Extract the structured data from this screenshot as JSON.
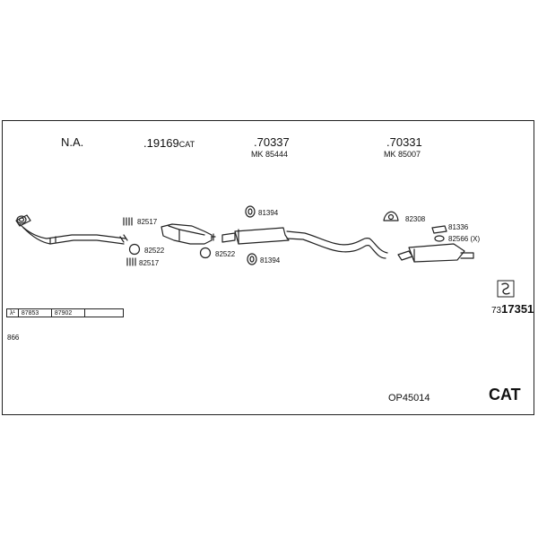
{
  "headers": {
    "na": "N.A.",
    "cat_part_num": ".19169",
    "cat_part_suffix": "CAT",
    "mid_part": ".70337",
    "mid_mk": "MK  85444",
    "rear_part": ".70331",
    "rear_mk": "MK  85007"
  },
  "labels": {
    "l82517a": "82517",
    "l82522a": "82522",
    "l82517b": "82517",
    "l82522b": "82522",
    "l81394a": "81394",
    "l81394b": "81394",
    "l82308": "82308",
    "l81336": "81336",
    "l82566": "82566 (X)"
  },
  "table": {
    "lambda": "λ¹",
    "c1": "87853",
    "c2": "87902",
    "c3": ""
  },
  "main_code": {
    "prefix": "73",
    "strong": "17351"
  },
  "note": "866",
  "footer": {
    "op": "OP45014",
    "cat": "CAT"
  }
}
